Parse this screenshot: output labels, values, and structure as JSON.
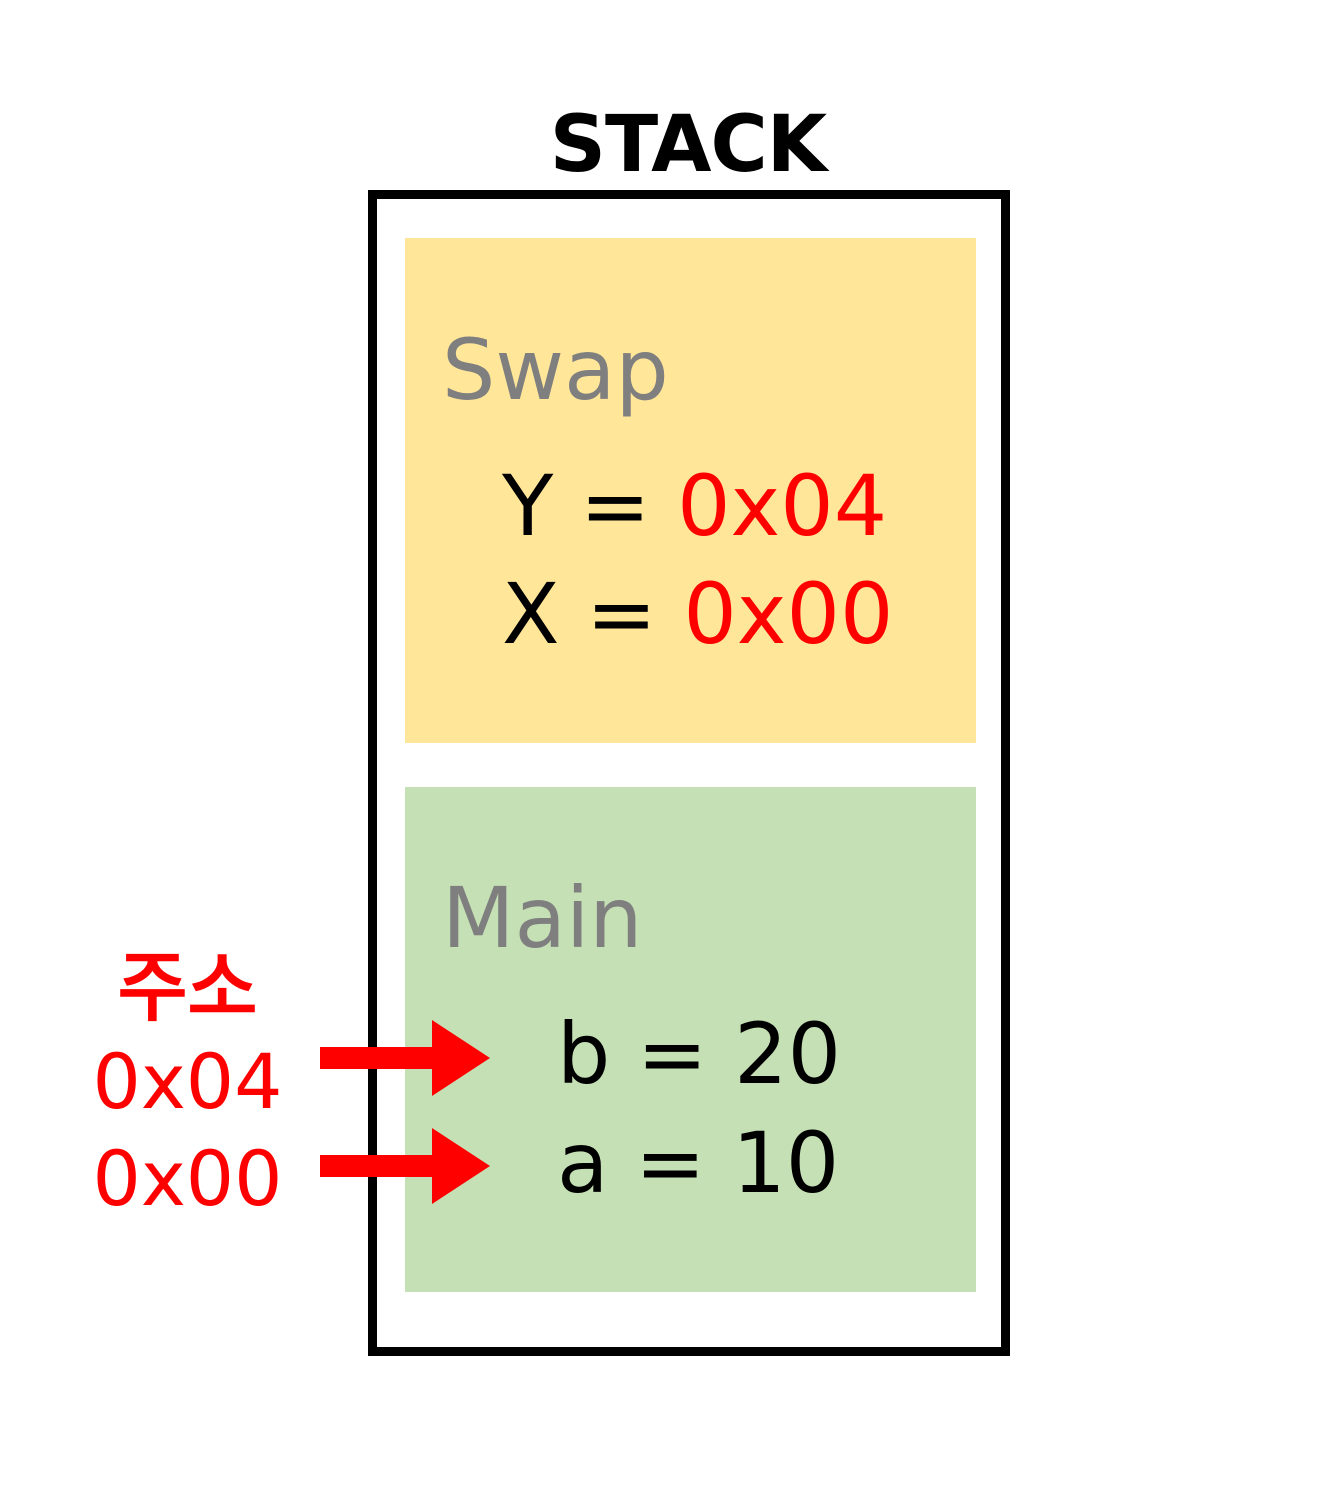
{
  "title": "STACK",
  "colors": {
    "border": "#000000",
    "swap_fill": "#FFE699",
    "main_fill": "#C5E0B4",
    "frame_label": "#7F7F7F",
    "pointer_value": "#FF0000",
    "text": "#000000"
  },
  "frames": {
    "swap": {
      "label": "Swap",
      "vars": [
        {
          "name": "Y",
          "op": " = ",
          "value": "0x04"
        },
        {
          "name": "X",
          "op": " = ",
          "value": "0x00"
        }
      ]
    },
    "main": {
      "label": "Main",
      "vars": [
        {
          "name": "b",
          "op": " = ",
          "value": "20"
        },
        {
          "name": "a",
          "op": " = ",
          "value": "10"
        }
      ]
    }
  },
  "address": {
    "label": "주소",
    "values": [
      "0x04",
      "0x00"
    ]
  },
  "arrow_icon": "right-arrow-icon"
}
